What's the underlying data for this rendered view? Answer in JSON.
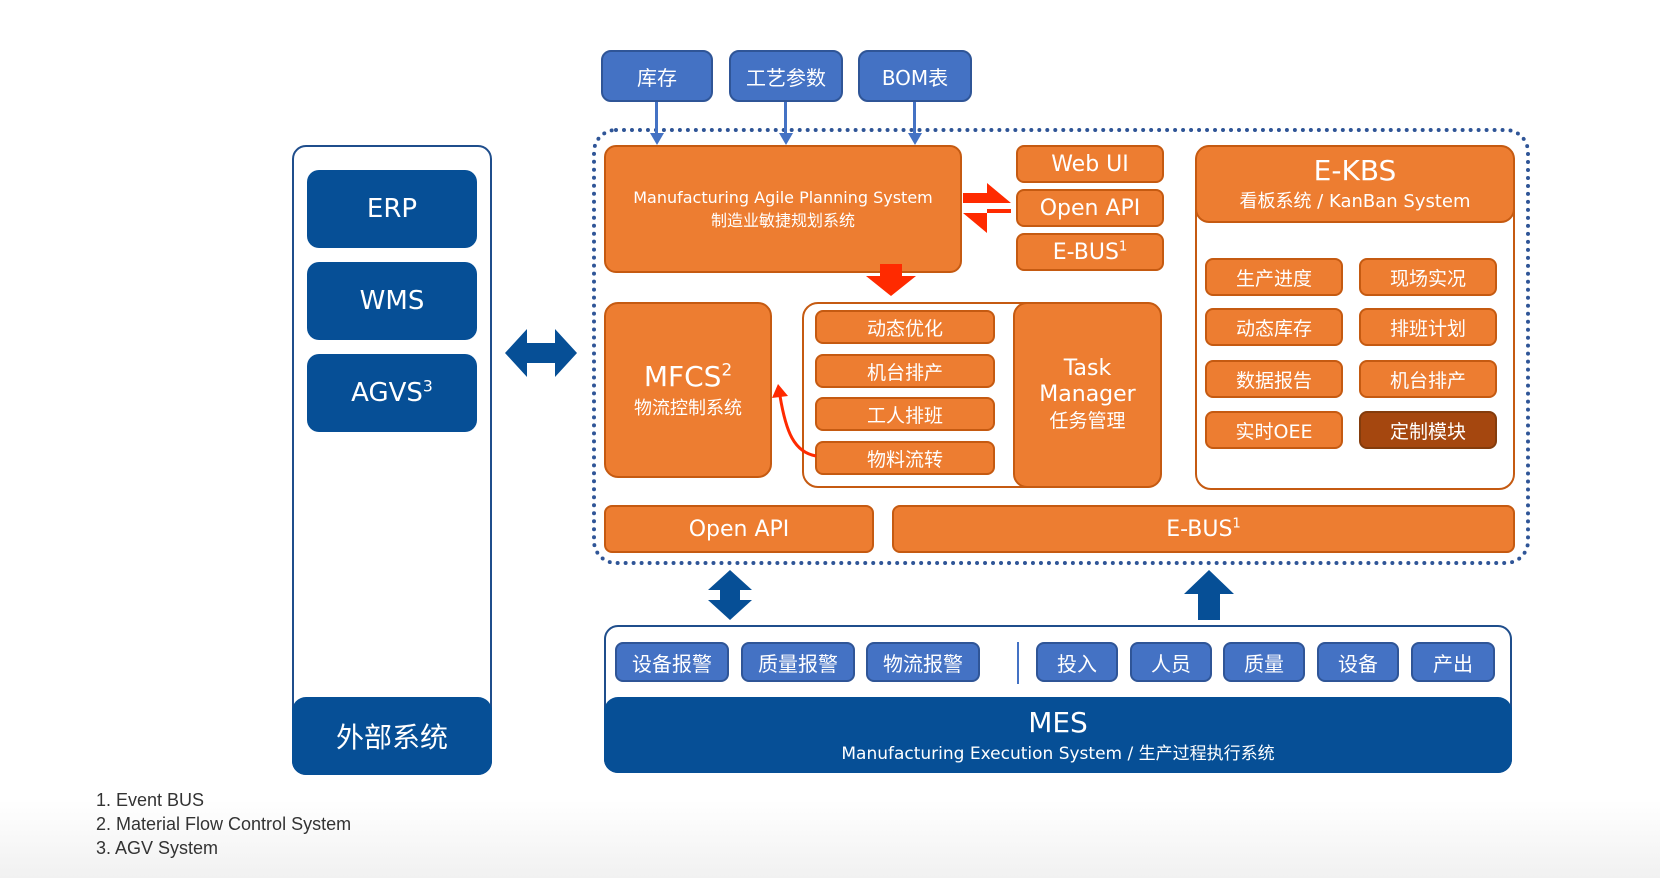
{
  "external_systems": {
    "items": [
      {
        "label": "ERP",
        "sup": ""
      },
      {
        "label": "WMS",
        "sup": ""
      },
      {
        "label": "AGVS",
        "sup": "3"
      }
    ],
    "footer": "外部系统"
  },
  "inputs": [
    {
      "label": "库存"
    },
    {
      "label": "工艺参数"
    },
    {
      "label": "BOM表"
    }
  ],
  "maps": {
    "title_en": "Manufacturing Agile Planning System",
    "title_zh": "制造业敏捷规划系统"
  },
  "interfaces": [
    {
      "label": "Web UI",
      "sup": ""
    },
    {
      "label": "Open API",
      "sup": ""
    },
    {
      "label": "E-BUS",
      "sup": "1"
    }
  ],
  "ekbs": {
    "title": "E-KBS",
    "subtitle": "看板系统 / KanBan System",
    "modules": [
      {
        "label": "生产进度",
        "highlight": false
      },
      {
        "label": "现场实况",
        "highlight": false
      },
      {
        "label": "动态库存",
        "highlight": false
      },
      {
        "label": "排班计划",
        "highlight": false
      },
      {
        "label": "数据报告",
        "highlight": false
      },
      {
        "label": "机台排产",
        "highlight": false
      },
      {
        "label": "实时OEE",
        "highlight": false
      },
      {
        "label": "定制模块",
        "highlight": true
      }
    ]
  },
  "mfcs": {
    "title": "MFCS",
    "sup": "2",
    "subtitle": "物流控制系统"
  },
  "scheduler": {
    "items": [
      "动态优化",
      "机台排产",
      "工人排班",
      "物料流转"
    ]
  },
  "task_manager": {
    "line1": "Task",
    "line2": "Manager",
    "line3": "任务管理"
  },
  "bottom_bus": {
    "open_api": "Open API",
    "ebus": "E-BUS",
    "ebus_sup": "1"
  },
  "mes": {
    "alarms": [
      "设备报警",
      "质量报警",
      "物流报警"
    ],
    "data": [
      "投入",
      "人员",
      "质量",
      "设备",
      "产出"
    ],
    "title": "MES",
    "subtitle": "Manufacturing Execution System / 生产过程执行系统"
  },
  "notes": [
    "1. Event BUS",
    "2. Material Flow Control System",
    "3. AGV System"
  ],
  "colors": {
    "dark_blue": "#064f96",
    "mid_blue": "#4472c4",
    "orange": "#ed7d31",
    "dark_orange": "#a5470f",
    "red_arrow": "#ff2a00"
  }
}
